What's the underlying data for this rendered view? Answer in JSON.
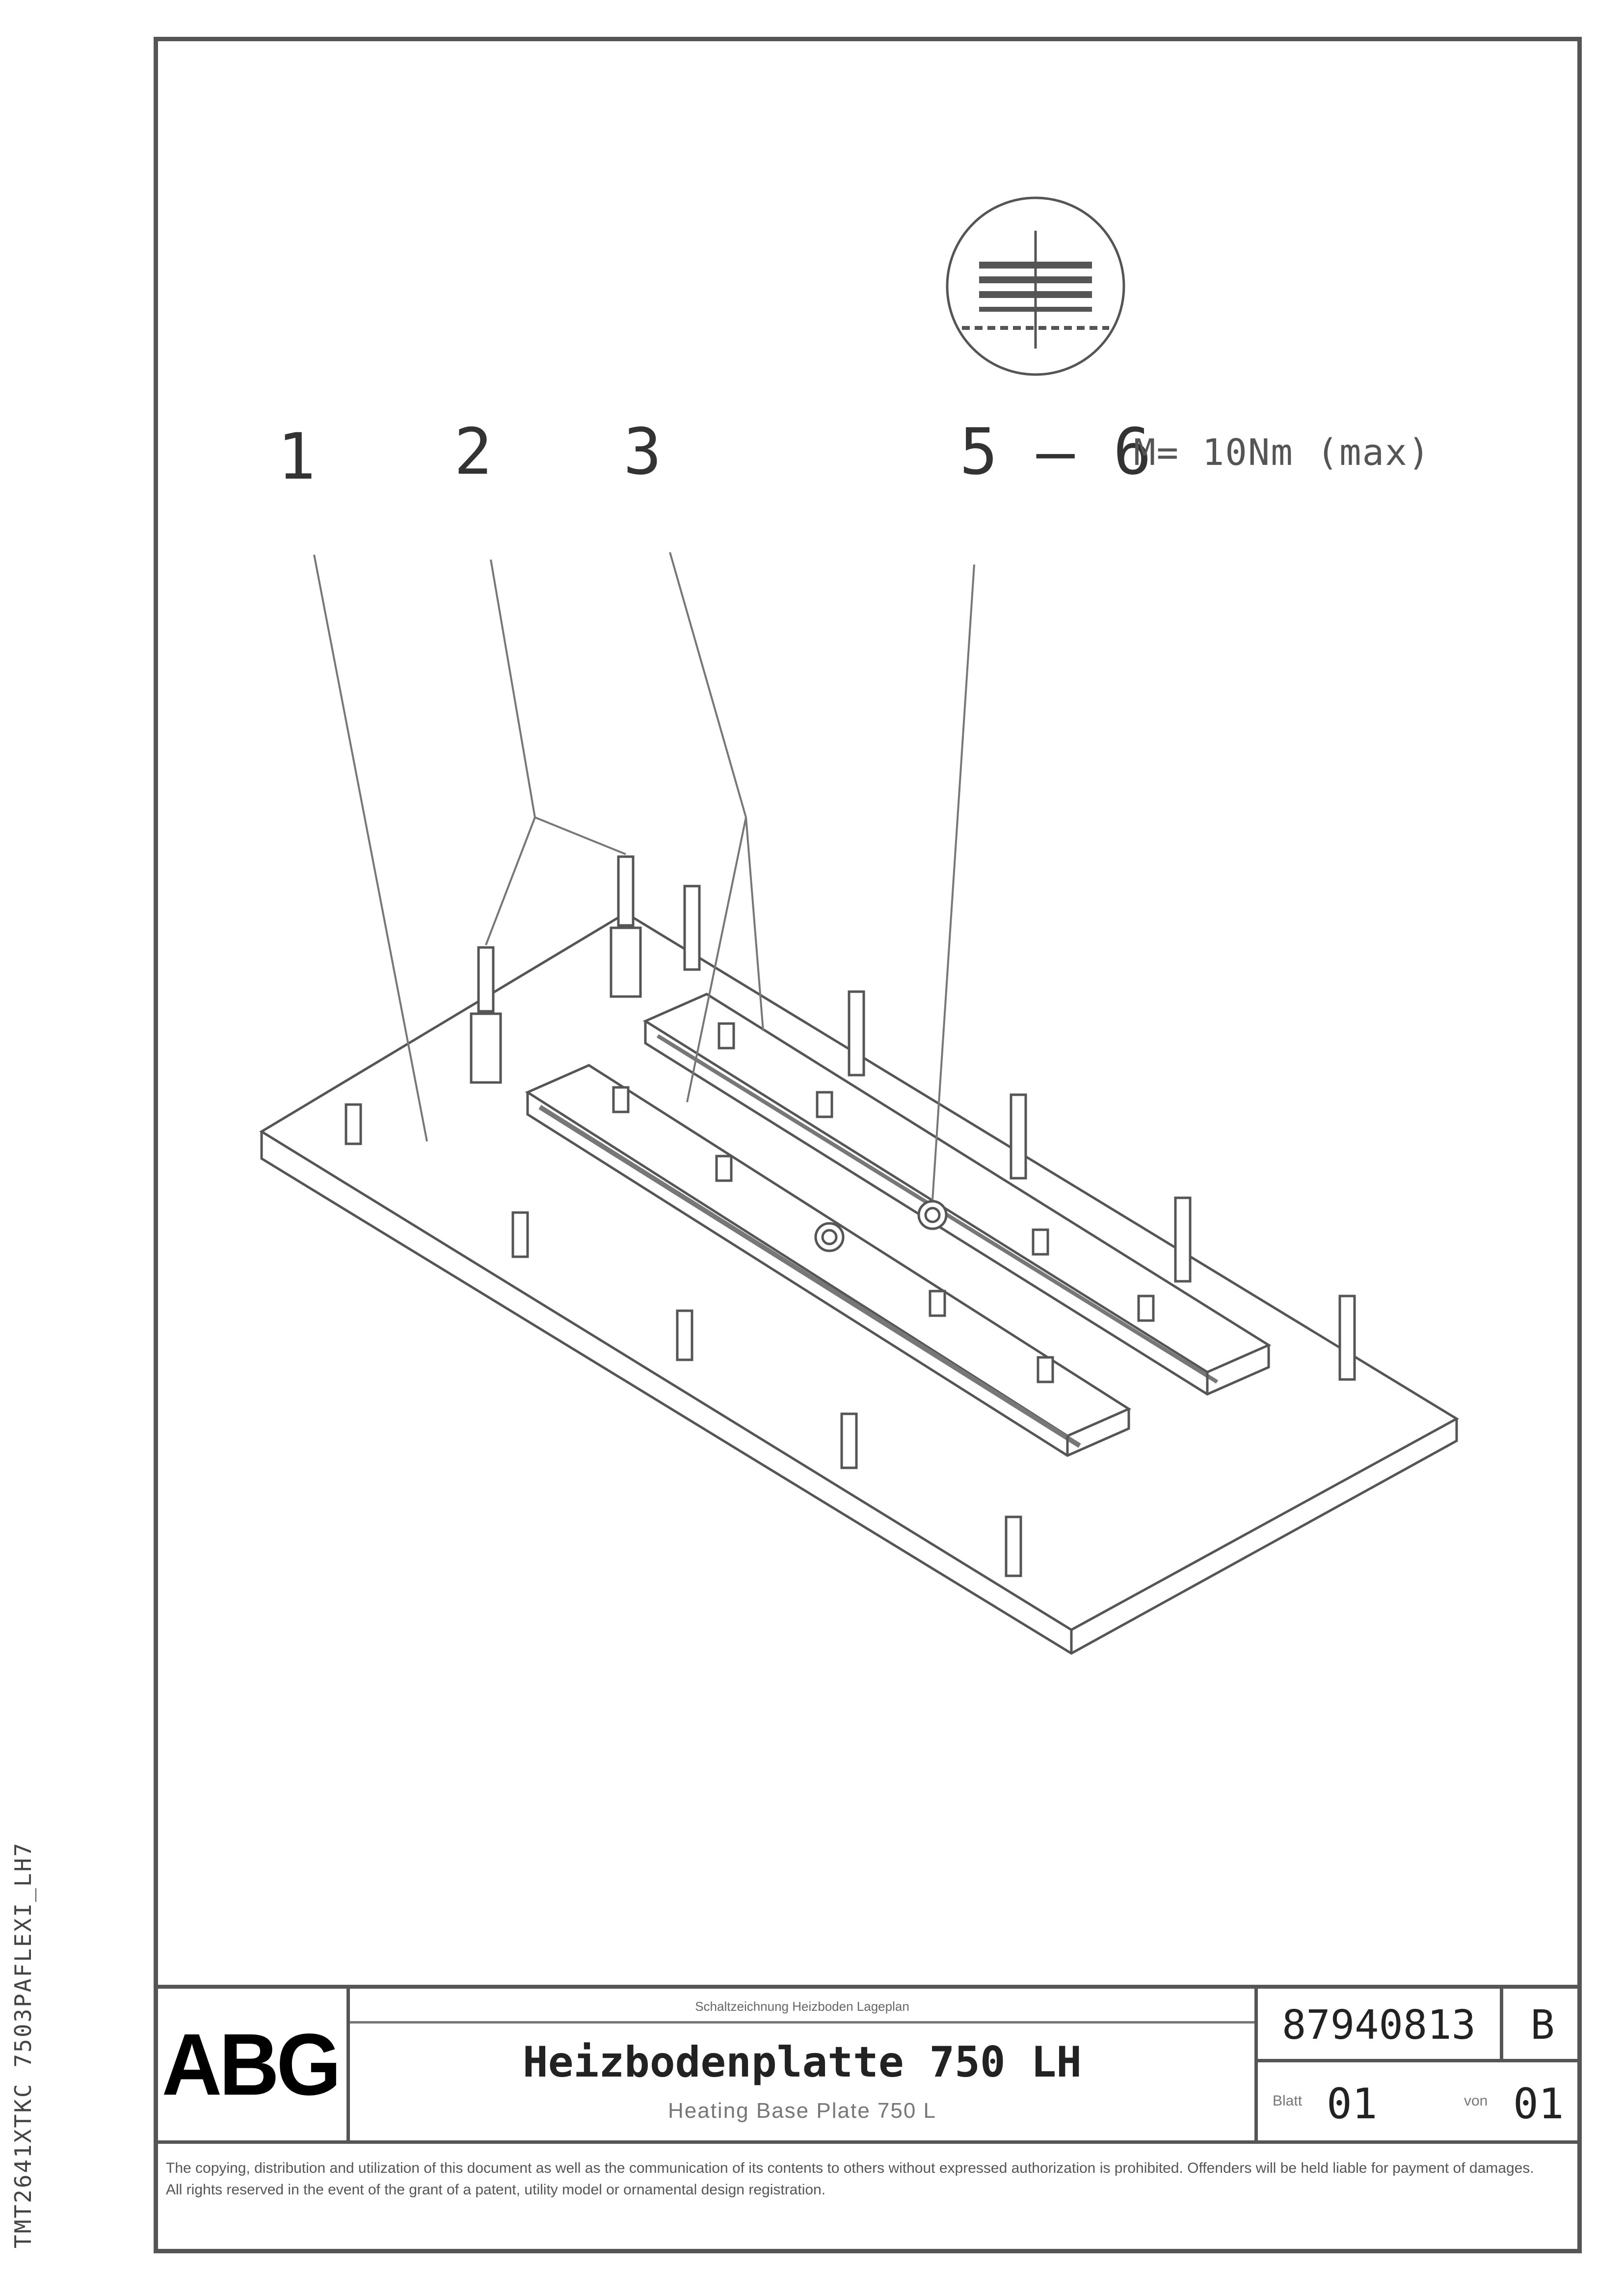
{
  "callouts": {
    "c1": "1",
    "c2": "2",
    "c3": "3",
    "c56": "5 — 6",
    "torque": "M= 10Nm (max)"
  },
  "title_block": {
    "logo": "ABG",
    "small_line": "Schaltzeichnung Heizboden Lageplan",
    "title": "Heizbodenplatte 750 LH",
    "subtitle": "Heating Base Plate 750 L",
    "drawing_number": "87940813",
    "revision": "B",
    "sheet_label": "Blatt",
    "sheet_value": "01",
    "of_label": "von",
    "of_value": "01"
  },
  "disclaimer": "The copying, distribution and utilization of this document as well as the communication of its contents to others without expressed authorization is prohibited. Offenders will be held liable for payment of damages. All rights reserved in the event of the grant of a patent, utility model or ornamental design registration.",
  "side_text": "TMT2641XTKC 7503PAFLEXI_LH7",
  "colors": {
    "line": "#555555",
    "ink": "#222222"
  }
}
